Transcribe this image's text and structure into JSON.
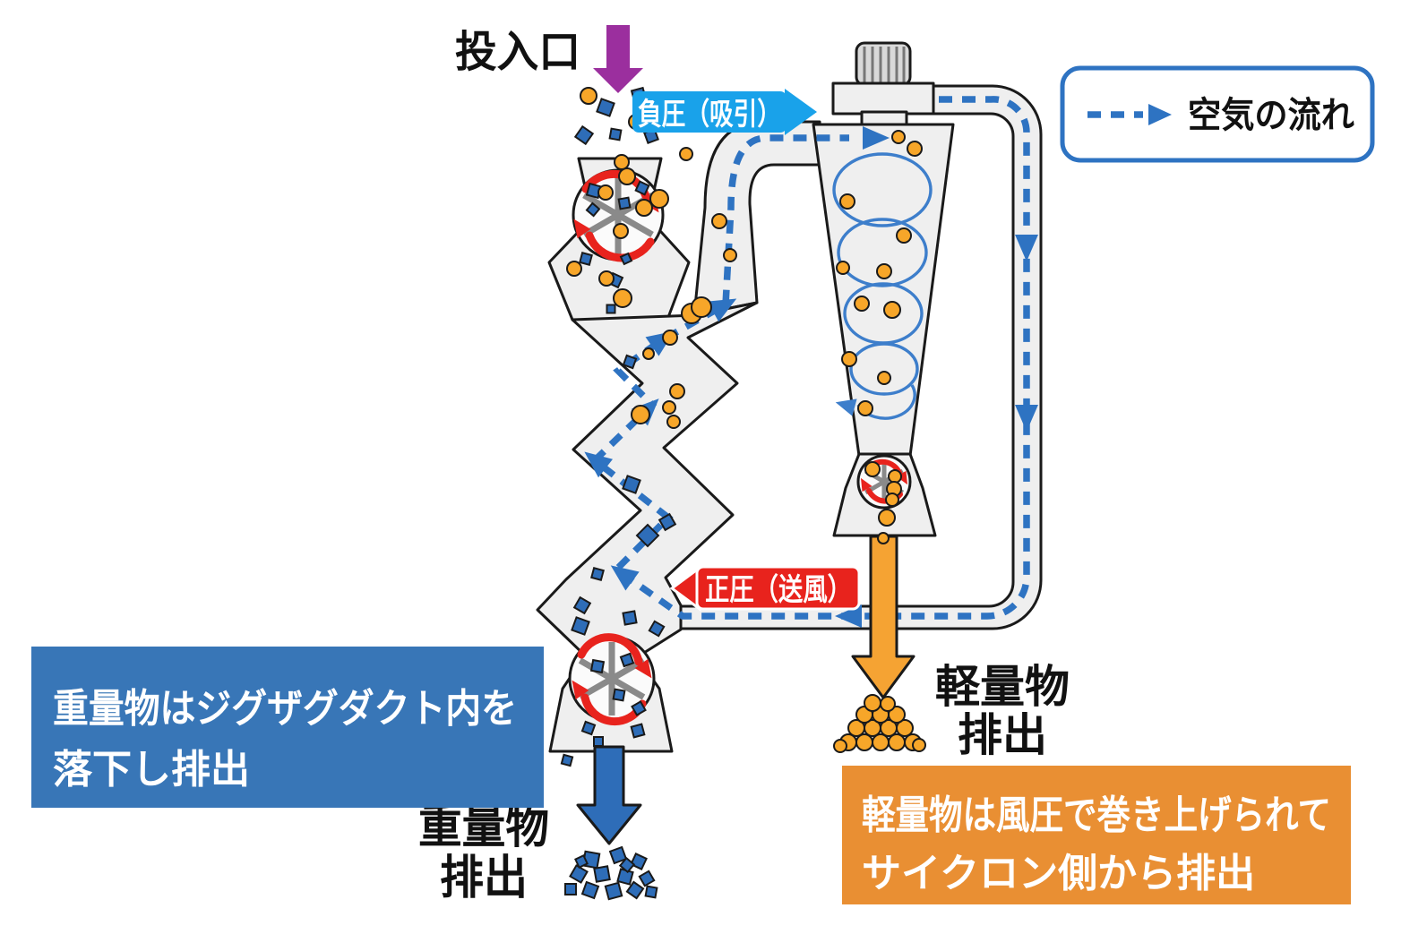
{
  "diagram": {
    "inlet_label": "投入口",
    "suction_label": "負圧（吸引）",
    "blower_label": "正圧（送風）",
    "legend": {
      "air_flow_label": "空気の流れ"
    },
    "heavy_output": {
      "line1": "重量物",
      "line2": "排出"
    },
    "light_output": {
      "line1": "軽量物",
      "line2": "排出"
    },
    "heavy_note": {
      "line1": "重量物はジグザグダクト内を",
      "line2": "落下し排出"
    },
    "light_note": {
      "line1": "軽量物は風圧で巻き上げられて",
      "line2": "サイクロン側から排出"
    },
    "colors": {
      "air_flow_blue": "#2e73c2",
      "spiral_blue": "#3d7ecb",
      "suction_label_bg": "#19a2ea",
      "blower_label_bg": "#e8231d",
      "rotor_arrow_red": "#e8231d",
      "inlet_arrow_purple": "#9b2f9e",
      "heavy_particle_blue": "#2e6db8",
      "light_particle_orange": "#f7a629",
      "heavy_note_bg": "#3876b7",
      "light_note_bg": "#e98f33",
      "duct_fill": "#efefef",
      "outline_black": "#1a1a1a",
      "rotor_spoke_gray": "#8a8a8a"
    }
  }
}
